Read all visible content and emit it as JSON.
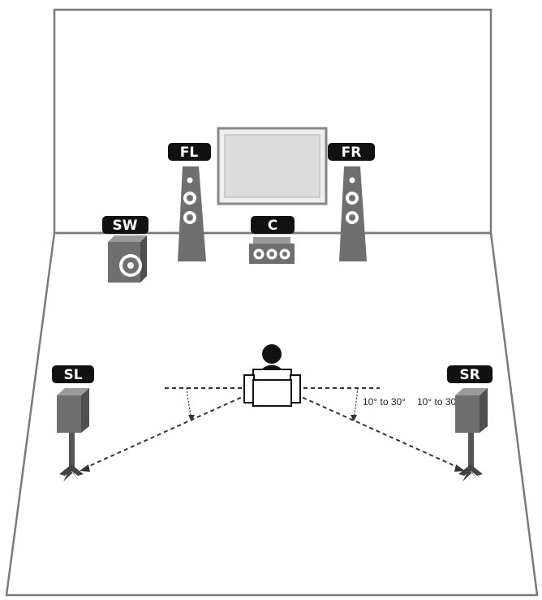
{
  "speakers": {
    "front_left": {
      "label": "FL"
    },
    "front_right": {
      "label": "FR"
    },
    "center": {
      "label": "C"
    },
    "subwoofer": {
      "label": "SW"
    },
    "surround_left": {
      "label": "SL"
    },
    "surround_right": {
      "label": "SR"
    }
  },
  "angles": {
    "left": "10° to 30°",
    "right": "10° to 30°"
  },
  "colors": {
    "outline": "#7a7a7a",
    "speaker_fill": "#6f6f6f",
    "label_fill": "#111111",
    "screen_fill": "#dcdcdc"
  }
}
